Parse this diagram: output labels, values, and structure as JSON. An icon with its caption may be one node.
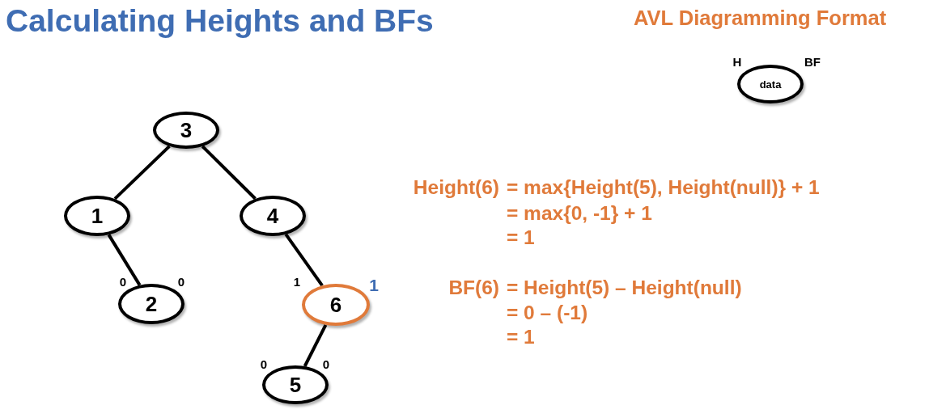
{
  "diagram": {
    "title": "Calculating Heights and BFs",
    "nodes": [
      {
        "text": [
          "3"
        ]
      },
      {
        "text": [
          "1"
        ]
      },
      {
        "text": [
          "4"
        ]
      },
      {
        "text": [
          "2"
        ],
        "beside": [
          "0",
          "0"
        ]
      },
      {
        "text": [
          "6"
        ],
        "beside": [
          "1",
          "1"
        ]
      },
      {
        "text": [
          "5"
        ],
        "beside": [
          "0",
          "0"
        ]
      },
      {
        "text": [
          "data"
        ],
        "beside": [
          "H",
          "BF"
        ]
      }
    ],
    "edges": [
      {
        "from": 0,
        "to": 1,
        "arrow": "none"
      },
      {
        "from": 0,
        "to": 2,
        "arrow": "none"
      },
      {
        "from": 1,
        "to": 3,
        "arrow": "none"
      },
      {
        "from": 2,
        "to": 4,
        "arrow": "none"
      },
      {
        "from": 4,
        "to": 5,
        "arrow": "none"
      }
    ],
    "labels": [
      "AVL Diagramming Format",
      "Height(6)",
      "= max{Height(5), Height(null)} + 1",
      "= max{0, -1} + 1",
      "= 1",
      "BF(6)",
      "= Height(5) – Height(null)",
      "= 0 – (-1)",
      "= 1"
    ]
  }
}
